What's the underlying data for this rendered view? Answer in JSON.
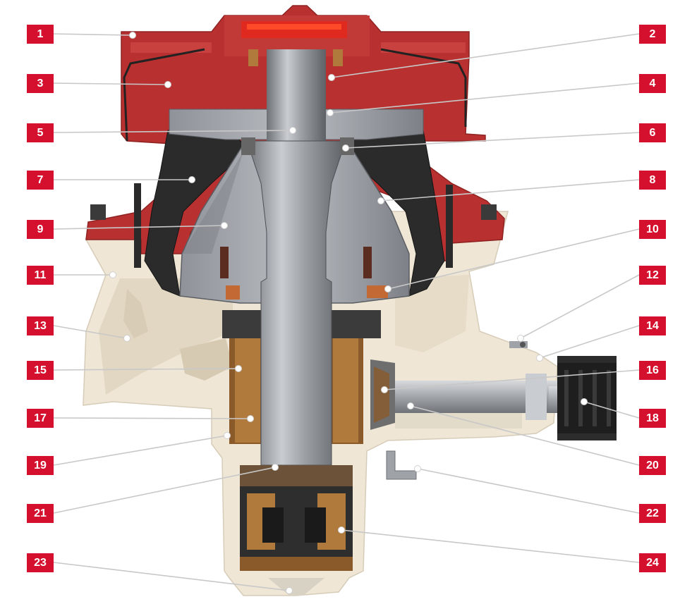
{
  "figure": {
    "title": "",
    "subject": "cone crusher cross-section",
    "colors": {
      "label_badge": "#d5102e",
      "label_text": "#ffffff",
      "leader_line": "#c8c8c8",
      "upper_frame": "#b8302f",
      "main_frame": "#efe6d6",
      "shaft": "#9fa3a8",
      "liner": "#2b2b2b",
      "bushing": "#b07a3c",
      "bronze": "#c36a34",
      "sheave": "#1e1e1e"
    }
  },
  "labels": [
    {
      "number": "1",
      "side": "left"
    },
    {
      "number": "2",
      "side": "right"
    },
    {
      "number": "3",
      "side": "left"
    },
    {
      "number": "4",
      "side": "right"
    },
    {
      "number": "5",
      "side": "left"
    },
    {
      "number": "6",
      "side": "right"
    },
    {
      "number": "7",
      "side": "left"
    },
    {
      "number": "8",
      "side": "right"
    },
    {
      "number": "9",
      "side": "left"
    },
    {
      "number": "10",
      "side": "right"
    },
    {
      "number": "11",
      "side": "left"
    },
    {
      "number": "12",
      "side": "right"
    },
    {
      "number": "13",
      "side": "left"
    },
    {
      "number": "14",
      "side": "right"
    },
    {
      "number": "15",
      "side": "left"
    },
    {
      "number": "16",
      "side": "right"
    },
    {
      "number": "17",
      "side": "left"
    },
    {
      "number": "18",
      "side": "right"
    },
    {
      "number": "19",
      "side": "left"
    },
    {
      "number": "20",
      "side": "right"
    },
    {
      "number": "21",
      "side": "left"
    },
    {
      "number": "22",
      "side": "right"
    },
    {
      "number": "23",
      "side": "left"
    },
    {
      "number": "24",
      "side": "right"
    }
  ]
}
